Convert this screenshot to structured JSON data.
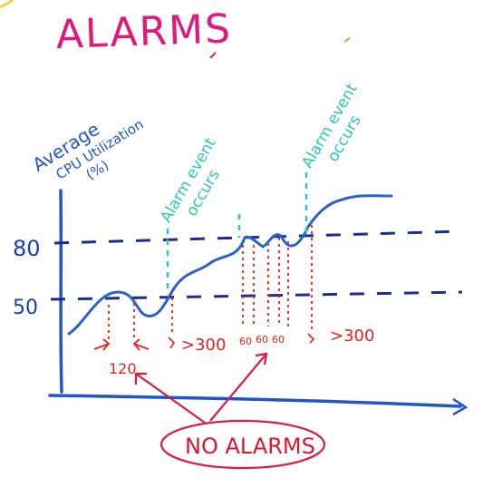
{
  "title": "ALARMS",
  "axis": {
    "y_label_line1": "Average",
    "y_label_line2": "CPU Utilization",
    "y_label_line3": "(%)"
  },
  "ticks": {
    "upper": "80",
    "lower": "50"
  },
  "alarm_notes": {
    "first_line1": "Alarm event",
    "first_line2": "occurs",
    "second_line1": "Alarm event",
    "second_line2": "occurs"
  },
  "durations": {
    "first_window": "120",
    "after_first_alarm": ">300",
    "peak_a": "60",
    "peak_b": "60",
    "peak_c": "60",
    "after_second_alarm": ">300"
  },
  "no_alarms_label": "NO ALARMS",
  "colors": {
    "title": "#e0197d",
    "axis": "#1f56c9",
    "curve": "#2a63c6",
    "threshold": "#1a2e8f",
    "note": "#2cc4c0",
    "duration": "#e1251b",
    "callout": "#e0193f"
  }
}
